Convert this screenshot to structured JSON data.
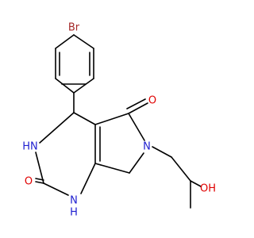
{
  "molecule": {
    "atoms": {
      "br": {
        "label": "Br",
        "color": "#a52a2a"
      },
      "nh_upper": {
        "label": "HN",
        "color": "#1f1fd0"
      },
      "nh_lower": {
        "label": "HN",
        "color": "#1f1fd0"
      },
      "n_ring": {
        "label": "N",
        "color": "#1f1fd0"
      },
      "o_urea": {
        "label": "O",
        "color": "#e00000"
      },
      "o_lactam": {
        "label": "O",
        "color": "#e00000"
      },
      "oh": {
        "label": "OH",
        "color": "#e00000"
      }
    },
    "lower_nh_text": {
      "h": "H",
      "n": "N"
    }
  }
}
